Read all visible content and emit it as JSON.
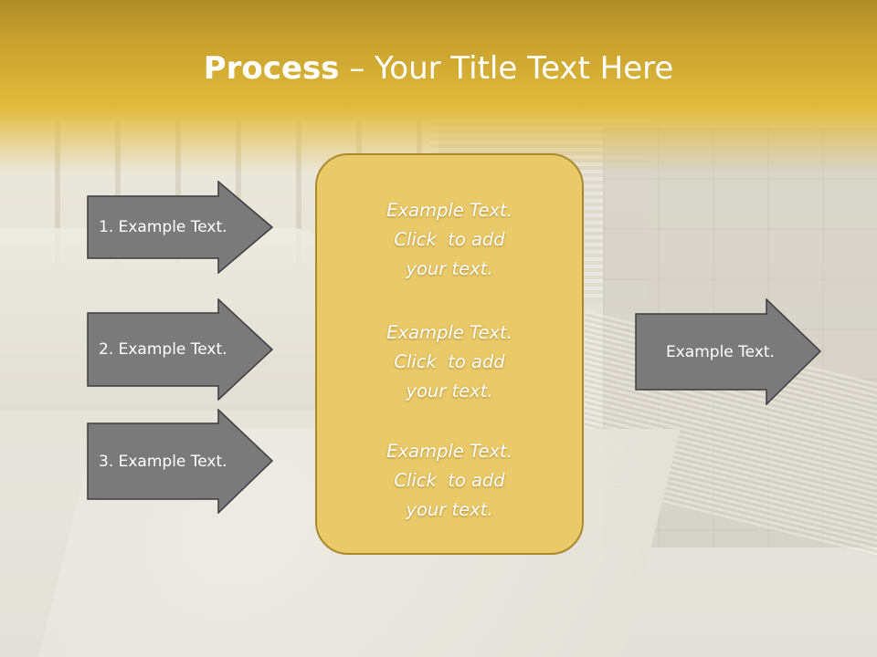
{
  "title": {
    "bold": "Process",
    "rest": " – Your Title Text Here"
  },
  "left_arrows": [
    {
      "label": "1. Example Text."
    },
    {
      "label": "2. Example Text."
    },
    {
      "label": "3. Example Text."
    }
  ],
  "center_box": {
    "entries": [
      {
        "line1": "Example Text.",
        "line2": "Click  to add",
        "line3": "your text."
      },
      {
        "line1": "Example Text.",
        "line2": "Click  to add",
        "line3": "your text."
      },
      {
        "line1": "Example Text.",
        "line2": "Click  to add",
        "line3": "your text."
      }
    ]
  },
  "right_arrow": {
    "label": "Example Text."
  },
  "colors": {
    "title_band": "#e2bb3c",
    "center_box_fill": "#e9c968",
    "arrow_fill": "#7a7a7a"
  }
}
